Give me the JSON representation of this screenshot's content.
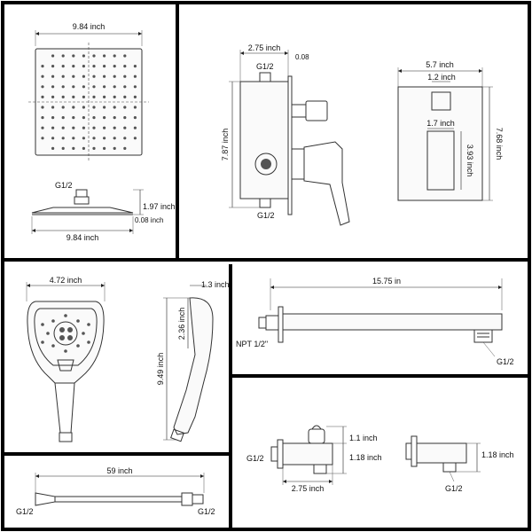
{
  "labels": {
    "rain_width": "9.84 inch",
    "rain_thread": "G1/2",
    "rain_height": "1.97 inch",
    "rain_thickness": "0.08 inch",
    "rain_width_side": "9.84 inch",
    "valve_depth": "2.75 inch",
    "valve_top_thread": "G1/2",
    "valve_plate": "0.08",
    "valve_height": "7.87 inch",
    "valve_bottom_thread": "G1/2",
    "trim_width": "5.7 inch",
    "trim_knob": "1.2 inch",
    "trim_slot": "1.7 inch",
    "trim_slot_height": "3.93 inch",
    "trim_height": "7.68 inch",
    "hand_width": "4.72 inch",
    "hand_depth": "1.3 inch",
    "hand_head": "2.36 inch",
    "hand_length": "9.49 inch",
    "arm_length": "15.75 in",
    "arm_npt": "NPT 1/2\"",
    "arm_thread": "G1/2",
    "hose_length": "59 inch",
    "hose_left": "G1/2",
    "hose_right": "G1/2",
    "holder_top": "1.1 inch",
    "holder_bottom": "1.18 inch",
    "holder_thread": "G1/2",
    "holder_depth": "2.75 inch",
    "elbow_height": "1.18 inch",
    "elbow_thread": "G1/2"
  },
  "colors": {
    "frame": "#000000",
    "part": "#333333"
  },
  "icons": [
    "rain-shower-head",
    "diverter-valve",
    "trim-plate",
    "hand-shower",
    "shower-arm",
    "shower-hose",
    "holder-elbow",
    "wall-elbow"
  ]
}
